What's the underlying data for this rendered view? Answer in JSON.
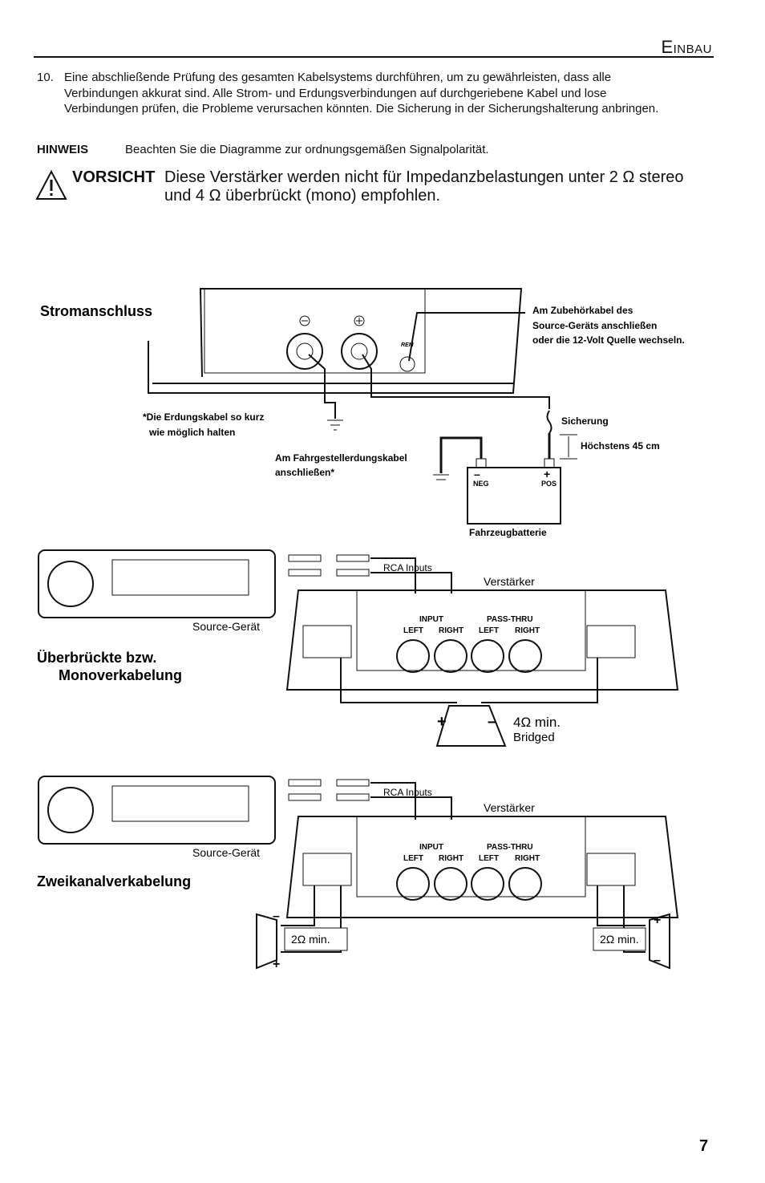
{
  "header": {
    "title": "Einbau"
  },
  "item10": {
    "number": "10.",
    "text": "Eine abschließende Prüfung des gesamten Kabelsystems durchführen, um zu gewährleisten, dass alle Verbindungen akkurat sind. Alle Strom- und Erdungsverbindungen auf durchgeriebene Kabel und lose Verbindungen prüfen, die Probleme verursachen könnten. Die Sicherung in der Sicherungshalterung anbringen."
  },
  "hinweis": {
    "label": "HINWEIS",
    "text": "Beachten Sie die Diagramme zur ordnungsgemäßen Signalpolarität."
  },
  "caution": {
    "label": "VORSICHT",
    "text": "Diese Verstärker werden nicht für Impedanzbelastungen unter 2 Ω stereo und 4 Ω überbrückt (mono) empfohlen."
  },
  "power": {
    "title": "Stromanschluss",
    "rem": "REM",
    "remote_note": [
      "Am Zubehörkabel des",
      "Source-Geräts anschließen",
      "oder die 12-Volt Quelle wechseln."
    ],
    "ground_note": [
      "*Die Erdungskabel so kurz",
      "wie möglich halten"
    ],
    "chassis_note": [
      "Am Fahrgestellerdungskabel",
      "anschließen*"
    ],
    "fuse": "Sicherung",
    "max_dist": "Höchstens 45 cm",
    "neg": "NEG",
    "pos": "POS",
    "battery": "Fahrzeugbatterie"
  },
  "bridged": {
    "title": [
      "Überbrückte bzw.",
      "Monoverkabelung"
    ],
    "rca": "RCA Inputs",
    "amp": "Verstärker",
    "source": "Source-Gerät",
    "input": "INPUT",
    "passthru": "PASS-THRU",
    "left": "LEFT",
    "right": "RIGHT",
    "load": "4Ω min.",
    "bridged": "Bridged"
  },
  "stereo": {
    "title": "Zweikanalverkabelung",
    "rca": "RCA Inputs",
    "amp": "Verstärker",
    "source": "Source-Gerät",
    "input": "INPUT",
    "passthru": "PASS-THRU",
    "left": "LEFT",
    "right": "RIGHT",
    "load_left": "2Ω min.",
    "load_right": "2Ω min."
  },
  "footer": {
    "page": "7"
  }
}
